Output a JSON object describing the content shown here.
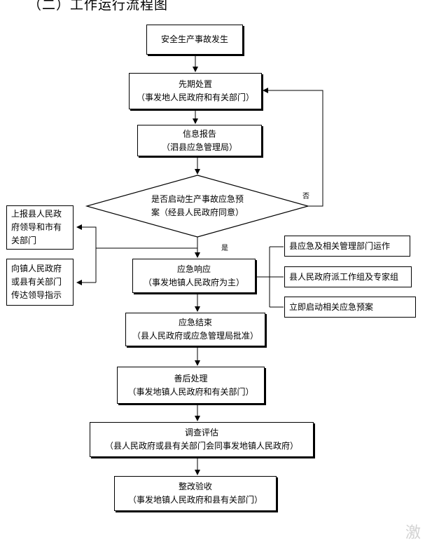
{
  "title": "（二）工作运行流程图",
  "steps": {
    "s1": {
      "line1": "安全生产事故发生"
    },
    "s2": {
      "line1": "先期处置",
      "line2": "（事发地人民政府和有关部门）"
    },
    "s3": {
      "line1": "信息报告",
      "line2": "（泗县应急管理局）"
    },
    "decision": {
      "line1": "是否启动生产事故应急预",
      "line2": "案（经县人民政府同意）"
    },
    "response": {
      "line1": "应急响应",
      "line2": "（事发地镇人民政府为主）"
    },
    "end": {
      "line1": "应急结束",
      "line2": "（县人民政府或应急管理局批准）"
    },
    "aftermath": {
      "line1": "善后处理",
      "line2": "（事发地镇人民政府和有关部门）"
    },
    "investigation": {
      "line1": "调查评估",
      "line2": "（县人民政府或县有关部门会同事发地镇人民政府）"
    },
    "rectify": {
      "line1": "整改验收",
      "line2": "（事发地镇人民政府和县有关部门）"
    }
  },
  "side_left": {
    "report_up": [
      "上报县人民政",
      "府领导和市有",
      "关部门"
    ],
    "to_town": [
      "向镇人民政府",
      "或县有关部门",
      "传达领导指示"
    ]
  },
  "side_right": {
    "a": "县应急及相关管理部门运作",
    "b": "县人民政府派工作组及专家组",
    "c": "立即启动相关应急预案"
  },
  "labels": {
    "yes": "是",
    "no": "否"
  },
  "watermark": "激"
}
